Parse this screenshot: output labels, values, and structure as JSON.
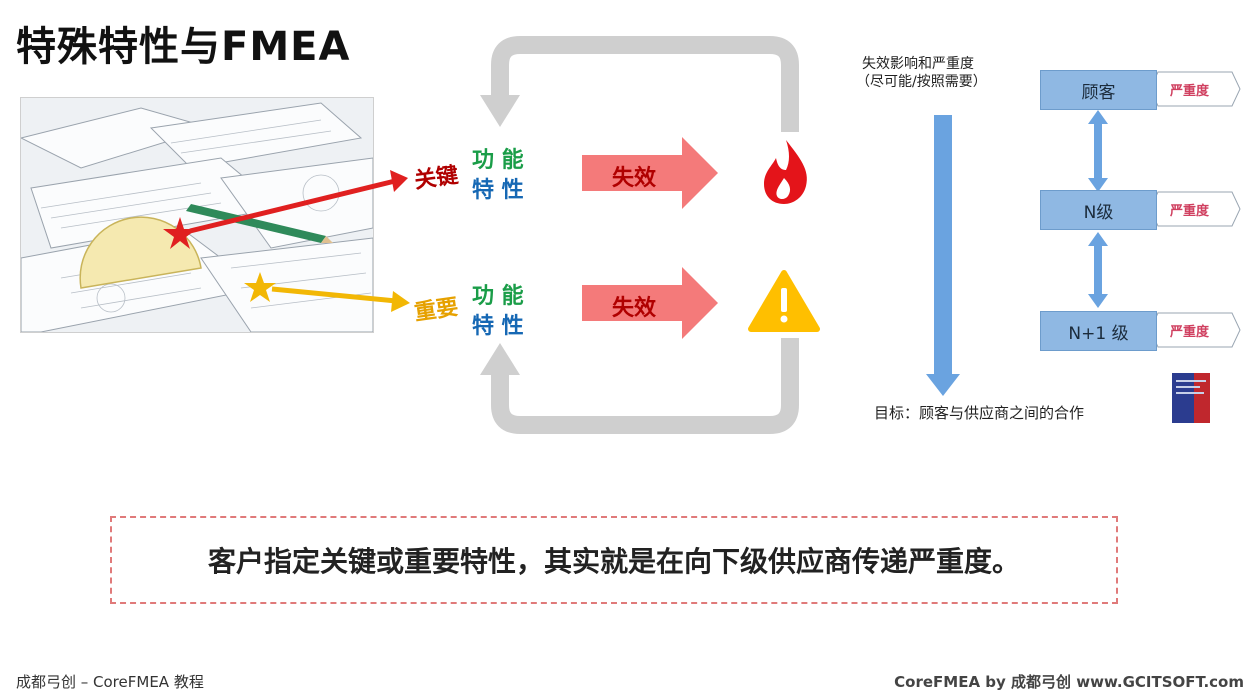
{
  "title": "特殊特性与FMEA",
  "rows": [
    {
      "tag": "关键",
      "func_line1": "功 能",
      "func_line2": "特 性",
      "fail": "失效",
      "outcome_icon": "fire-icon",
      "tag_color": "#b00000",
      "star_color": "#e02020"
    },
    {
      "tag": "重要",
      "func_line1": "功 能",
      "func_line2": "特 性",
      "fail": "失效",
      "outcome_icon": "warning-icon",
      "tag_color": "#e6a100",
      "star_color": "#f2b705"
    }
  ],
  "severity_diagram": {
    "caption_line1": "失效影响和严重度",
    "caption_line2": "（尽可能/按照需要）",
    "levels": [
      {
        "label": "顾客",
        "severity": "严重度"
      },
      {
        "label": "N级",
        "severity": "严重度"
      },
      {
        "label": "N+1 级",
        "severity": "严重度"
      }
    ],
    "goal": "目标：顾客与供应商之间的合作",
    "book_icon": "fmea-handbook-icon"
  },
  "callout": "客户指定关键或重要特性，其实就是在向下级供应商传递严重度。",
  "footer": {
    "left": "成都弓创 – CoreFMEA 教程",
    "right": "CoreFMEA  by  成都弓创  www.GCITSOFT.com"
  },
  "colors": {
    "fail_arrow": "#f47a7a",
    "loop_arrow": "#cfcfcf",
    "level_box": "#8fb8e3",
    "down_arrow": "#6aa3e0"
  }
}
